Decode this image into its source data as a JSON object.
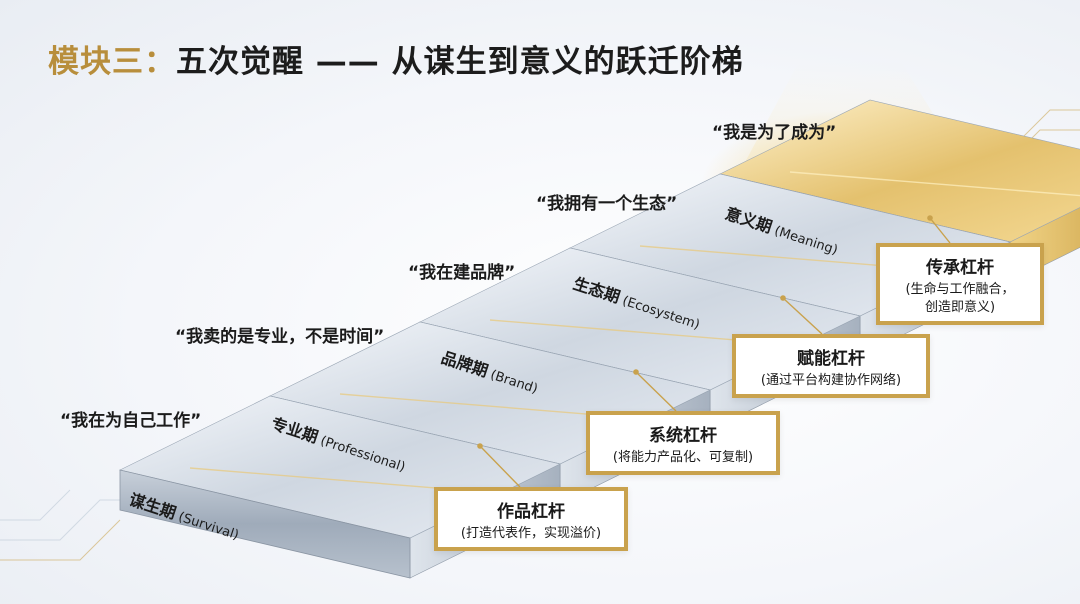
{
  "title": {
    "prefix": "模块三：",
    "main": "五次觉醒 —— 从谋生到意义的跃迁阶梯"
  },
  "steps": [
    {
      "zh": "谋生期",
      "en": "(Survival)",
      "quote": "“我在为自己工作”"
    },
    {
      "zh": "专业期",
      "en": "(Professional)",
      "quote": "“我卖的是专业，不是时间”"
    },
    {
      "zh": "品牌期",
      "en": "(Brand)",
      "quote": "“我在建品牌”"
    },
    {
      "zh": "生态期",
      "en": "(Ecosystem)",
      "quote": "“我拥有一个生态”"
    },
    {
      "zh": "意义期",
      "en": "(Meaning)",
      "quote": "“我是为了成为”"
    }
  ],
  "levers": [
    {
      "title": "作品杠杆",
      "desc": "(打造代表作，实现溢价)"
    },
    {
      "title": "系统杠杆",
      "desc": "(将能力产品化、可复制)"
    },
    {
      "title": "赋能杠杆",
      "desc": "(通过平台构建协作网络)"
    },
    {
      "title": "传承杠杆",
      "desc": "(生命与工作融合，",
      "desc2": "创造即意义)"
    }
  ],
  "colors": {
    "gold": "#c9a24d",
    "title_gold": "#b88e3c",
    "steel": "#b9c3cf",
    "text": "#1b1b1b"
  }
}
